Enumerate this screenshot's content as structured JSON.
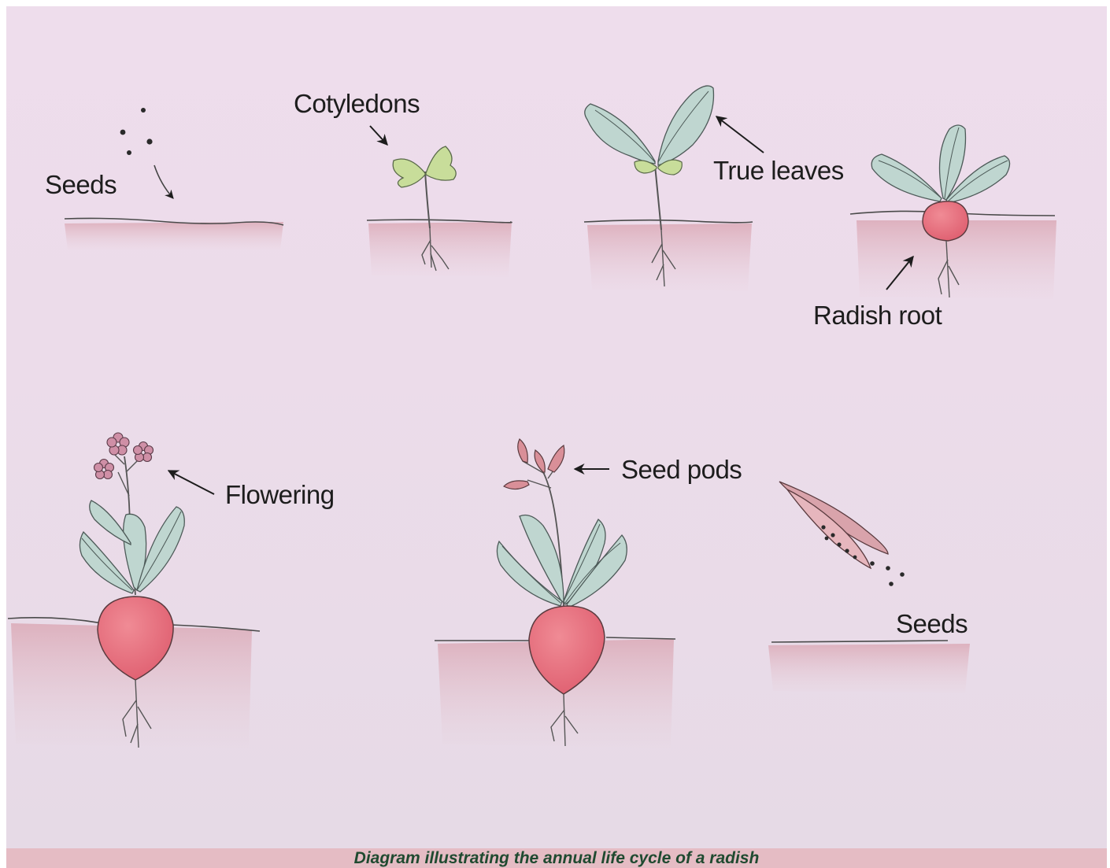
{
  "labels": {
    "seeds_top": "Seeds",
    "cotyledons": "Cotyledons",
    "true_leaves": "True leaves",
    "radish_root": "Radish root",
    "flowering": "Flowering",
    "seed_pods": "Seed pods",
    "seeds_bottom": "Seeds"
  },
  "caption": "Diagram illustrating the annual life cycle of a radish",
  "colors": {
    "background": "#ecdcea",
    "soil": "#d9a9b4",
    "leaf": "#bfd6d0",
    "cotyledon": "#c8dd9a",
    "radish": "#e8707c",
    "flower": "#cf8fa6",
    "pod": "#d98f98",
    "caption_band": "#e5bcc4",
    "caption_text": "#1f4a30"
  }
}
